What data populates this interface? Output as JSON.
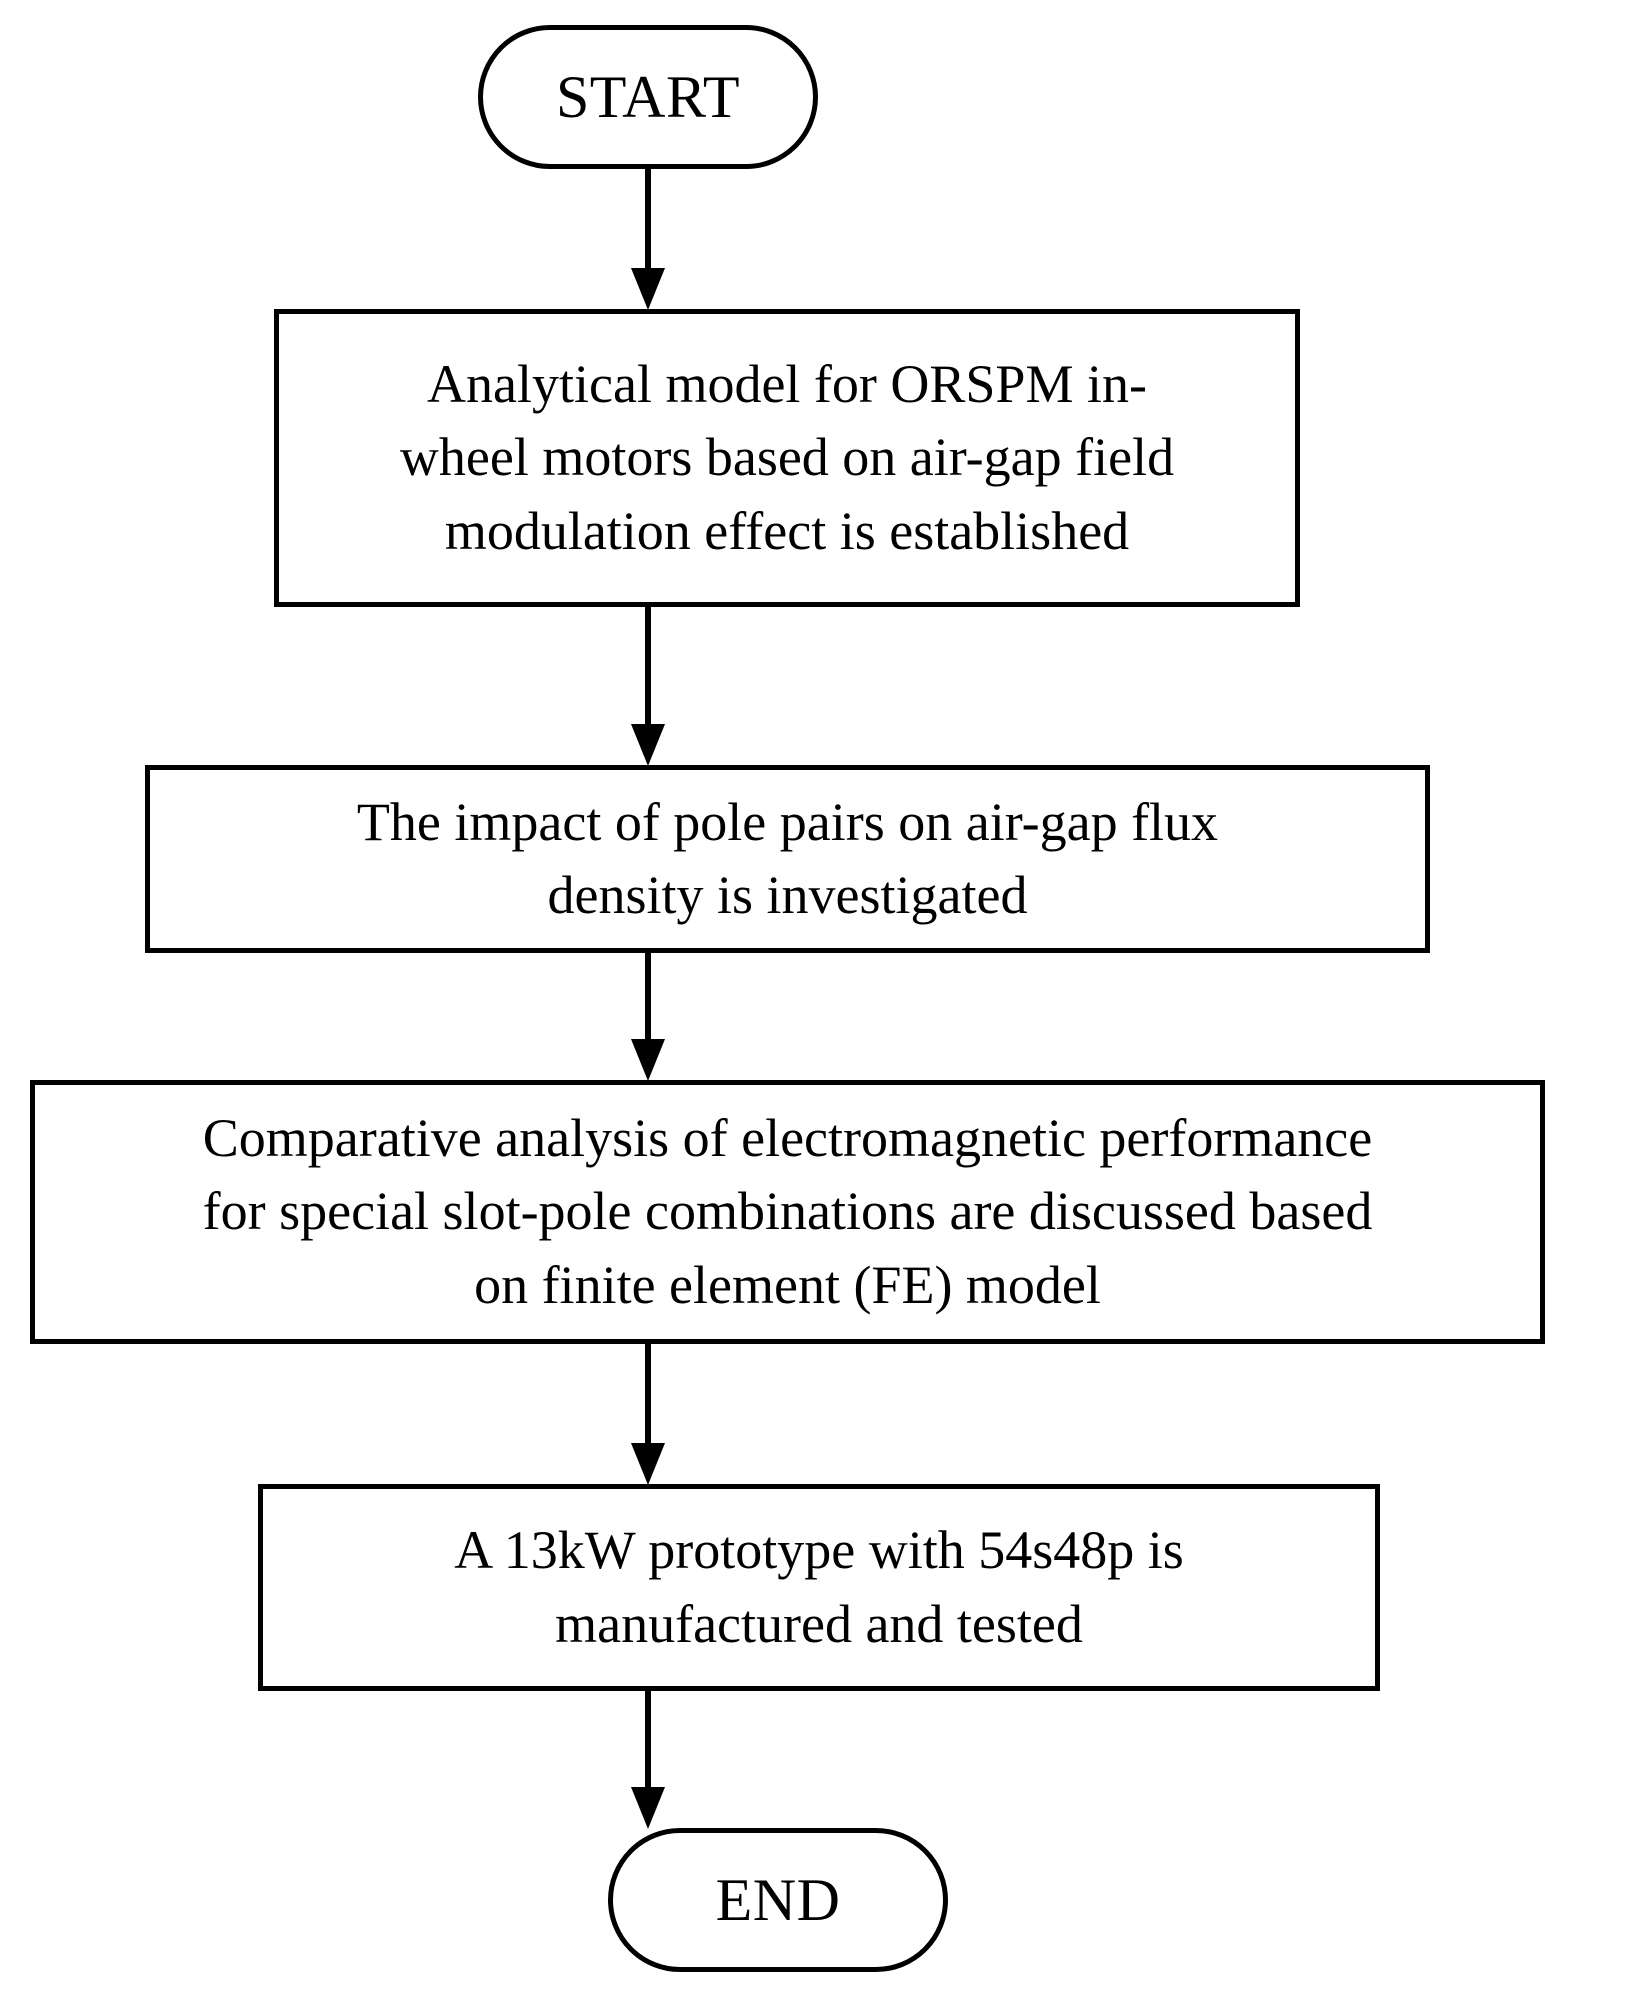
{
  "diagram": {
    "title": "Research workflow flowchart",
    "type": "flowchart",
    "orientation": "top-to-bottom",
    "stroke_color": "#000000",
    "fill_color": "#ffffff",
    "nodes": [
      {
        "id": "start",
        "shape": "terminator",
        "label": "START"
      },
      {
        "id": "step1",
        "shape": "process",
        "label": "Analytical model for ORSPM in-\nwheel motors based on air-gap field\nmodulation effect is established"
      },
      {
        "id": "step2",
        "shape": "process",
        "label": "The impact of pole pairs on air-gap flux\ndensity is investigated"
      },
      {
        "id": "step3",
        "shape": "process",
        "label": "Comparative analysis of electromagnetic performance\nfor special slot-pole combinations  are discussed based\non finite element (FE) model"
      },
      {
        "id": "step4",
        "shape": "process",
        "label": "A 13kW prototype with 54s48p is\nmanufactured and tested"
      },
      {
        "id": "end",
        "shape": "terminator",
        "label": "END"
      }
    ],
    "connectors": [
      {
        "id": "c1",
        "from": "start",
        "to": "step1",
        "arrowhead": "solid-triangle"
      },
      {
        "id": "c2",
        "from": "step1",
        "to": "step2",
        "arrowhead": "solid-triangle"
      },
      {
        "id": "c3",
        "from": "step2",
        "to": "step3",
        "arrowhead": "solid-triangle"
      },
      {
        "id": "c4",
        "from": "step3",
        "to": "step4",
        "arrowhead": "solid-triangle"
      },
      {
        "id": "c5",
        "from": "step4",
        "to": "end",
        "arrowhead": "solid-triangle"
      }
    ]
  }
}
